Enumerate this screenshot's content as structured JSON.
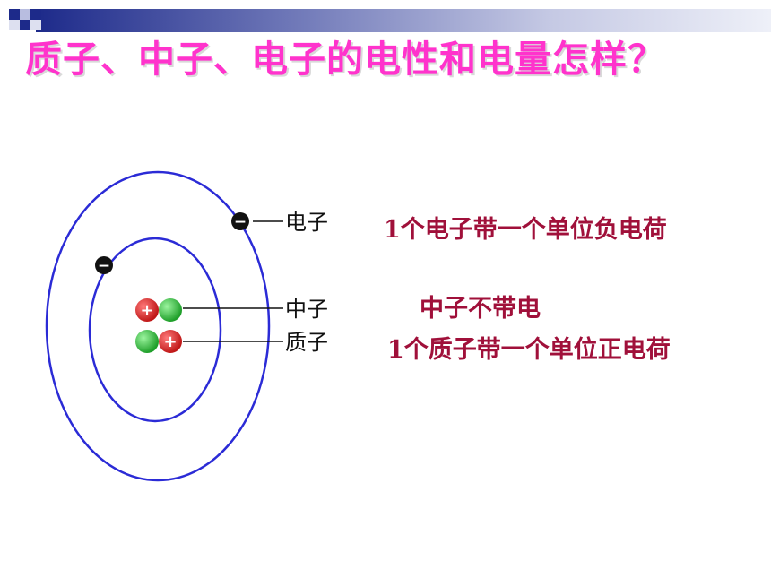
{
  "slide": {
    "title": "质子、中子、电子的电性和电量怎样？"
  },
  "diagram": {
    "labels": {
      "electron": "电子",
      "neutron": "中子",
      "proton": "质子"
    },
    "signs": {
      "positive": "+",
      "negative": "−"
    }
  },
  "facts": {
    "electron": "1个电子带一个单位负电荷",
    "neutron": "中子不带电",
    "proton": "1个质子带一个单位正电荷"
  },
  "colors": {
    "title": "#ff33cc",
    "facts": "#a0103a",
    "orbit": "#2b2bd6",
    "proton": "#d42a2a",
    "neutron": "#2ec43a"
  }
}
